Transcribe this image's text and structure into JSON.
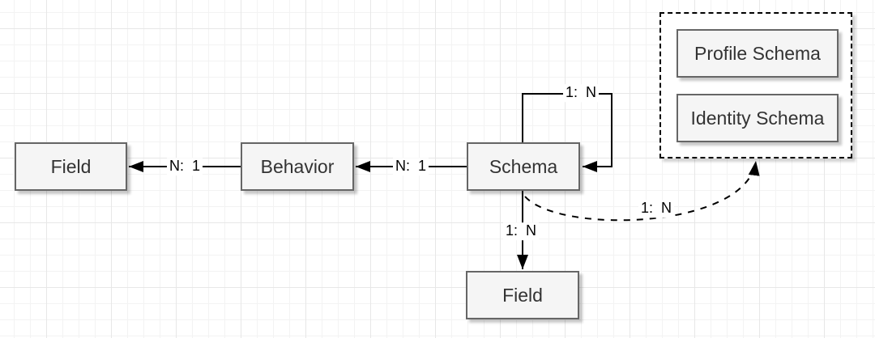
{
  "diagram": {
    "type": "entity-relationship",
    "colors": {
      "node_fill": "#f5f5f5",
      "node_border": "#666666",
      "node_text": "#333333",
      "edge_stroke": "#000000",
      "grid_minor": "#f3f3f3",
      "grid_major": "#e7e7e7",
      "background": "#ffffff"
    },
    "nodes": {
      "field_left": {
        "label": "Field"
      },
      "behavior": {
        "label": "Behavior"
      },
      "schema": {
        "label": "Schema"
      },
      "field_bottom": {
        "label": "Field"
      },
      "profile_schema": {
        "label": "Profile Schema"
      },
      "identity_schema": {
        "label": "Identity Schema"
      }
    },
    "edges": {
      "behavior_to_field_left": {
        "label": "N:  1",
        "style": "solid",
        "from": "Behavior",
        "to": "Field"
      },
      "schema_to_behavior": {
        "label": "N:  1",
        "style": "solid",
        "from": "Schema",
        "to": "Behavior"
      },
      "schema_self_loop": {
        "label": "1:  N",
        "style": "solid",
        "from": "Schema",
        "to": "Schema"
      },
      "schema_to_field_bottom": {
        "label": "1:  N",
        "style": "solid",
        "from": "Schema",
        "to": "Field"
      },
      "schema_to_schema_group": {
        "label": "1:  N",
        "style": "dashed",
        "from": "Schema",
        "to": "Schema group"
      }
    }
  }
}
